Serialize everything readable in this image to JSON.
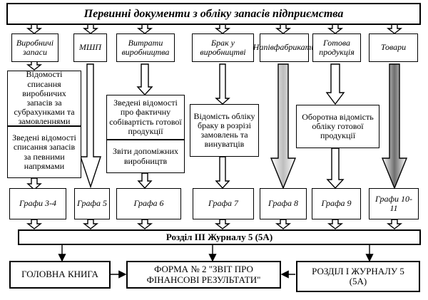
{
  "top": {
    "title": "Первинні документи з обліку запасів підприємства"
  },
  "categories": [
    {
      "label": "Виробничі запаси"
    },
    {
      "label": "МШП"
    },
    {
      "label": "Витрати виробництва"
    },
    {
      "label": "Брак у виробництві"
    },
    {
      "label": "Напівфабрикати"
    },
    {
      "label": "Готова продукція"
    },
    {
      "label": "Товари"
    }
  ],
  "statements": [
    {
      "text": "Відомості списання виробничих запасів за субрахунками та замовленнями"
    },
    {
      "text": "Зведені відомості списання запасів за певними напрямами"
    },
    {
      "text": "Зведені відомості про фактичну собівартість готової продукції"
    },
    {
      "text": "Звіти допоміжних виробництв"
    },
    {
      "text": "Відомість обліку браку в розрізі замовлень та винуватців"
    },
    {
      "text": "Оборотна відомість обліку готової продукції"
    }
  ],
  "grafs": [
    {
      "label": "Графи 3-4"
    },
    {
      "label": "Графа 5"
    },
    {
      "label": "Графа 6"
    },
    {
      "label": "Графа 7"
    },
    {
      "label": "Графа 8"
    },
    {
      "label": "Графа 9"
    },
    {
      "label": "Графи 10-11"
    }
  ],
  "section": {
    "label": "Розділ ІІІ Журналу 5 (5А)"
  },
  "bottom": {
    "ledger": "ГОЛОВНА КНИГА",
    "form": "ФОРМА № 2 \"ЗВІТ ПРО ФІНАНСОВІ РЕЗУЛЬТАТИ\"",
    "section": "РОЗДІЛ І ЖУРНАЛУ 5 (5А)"
  }
}
